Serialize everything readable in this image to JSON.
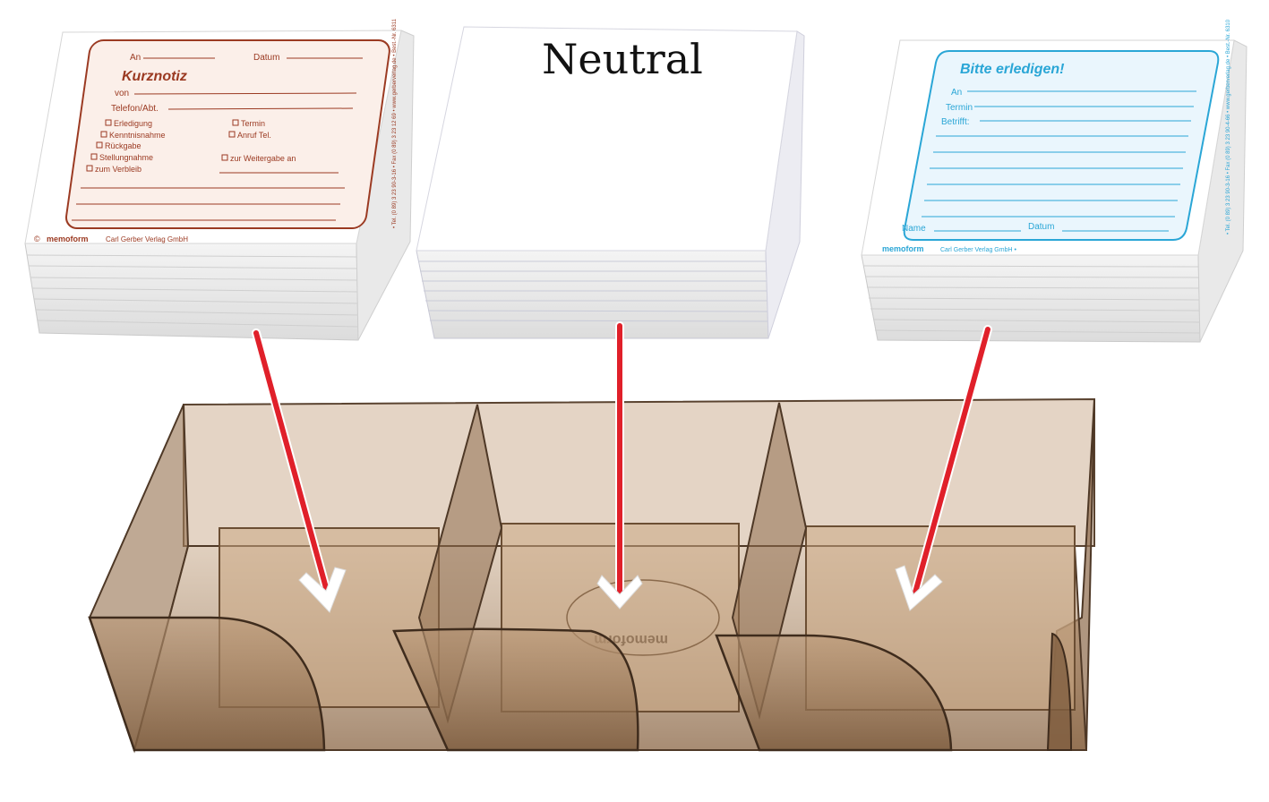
{
  "left_pad": {
    "label_to": "An",
    "label_date": "Datum",
    "title": "Kurznotiz",
    "label_from": "von",
    "label_phone": "Telefon/Abt.",
    "options_left": [
      "Erledigung",
      "Kenntnisnahme",
      "Rückgabe",
      "Stellungnahme",
      "zum Verbleib"
    ],
    "options_right": [
      "Termin",
      "Anruf Tel.",
      "zur Weitergabe an"
    ],
    "brand": "memoform",
    "publisher": "Carl Gerber Verlag GmbH",
    "side_text": "• Tel. (0 89) 3 23 90-3-16 • Fax (0 89) 3 23 12 69 • www.gerberverlag.de • Best.-Nr. 6311",
    "copyright": "©",
    "accent_color": "#9b3a22"
  },
  "middle_pad": {
    "title": "Neutral"
  },
  "right_pad": {
    "title": "Bitte erledigen!",
    "label_to": "An",
    "label_date_due": "Termin",
    "label_subject": "Betrifft:",
    "label_name": "Name",
    "label_date": "Datum",
    "brand": "memoform",
    "publisher": "Carl Gerber Verlag GmbH •",
    "side_text": "• Tel. (0 89) 3 23 90-3-16 • Fax (0 89) 3 23 90-4-66 • www.gerberverlag.de • Best.-Nr. 6310",
    "accent_color": "#2aa6d6"
  },
  "holder": {
    "embossed_logo": "memoform",
    "tint_color": "#a9835f"
  },
  "arrow_color": "#e0202a"
}
